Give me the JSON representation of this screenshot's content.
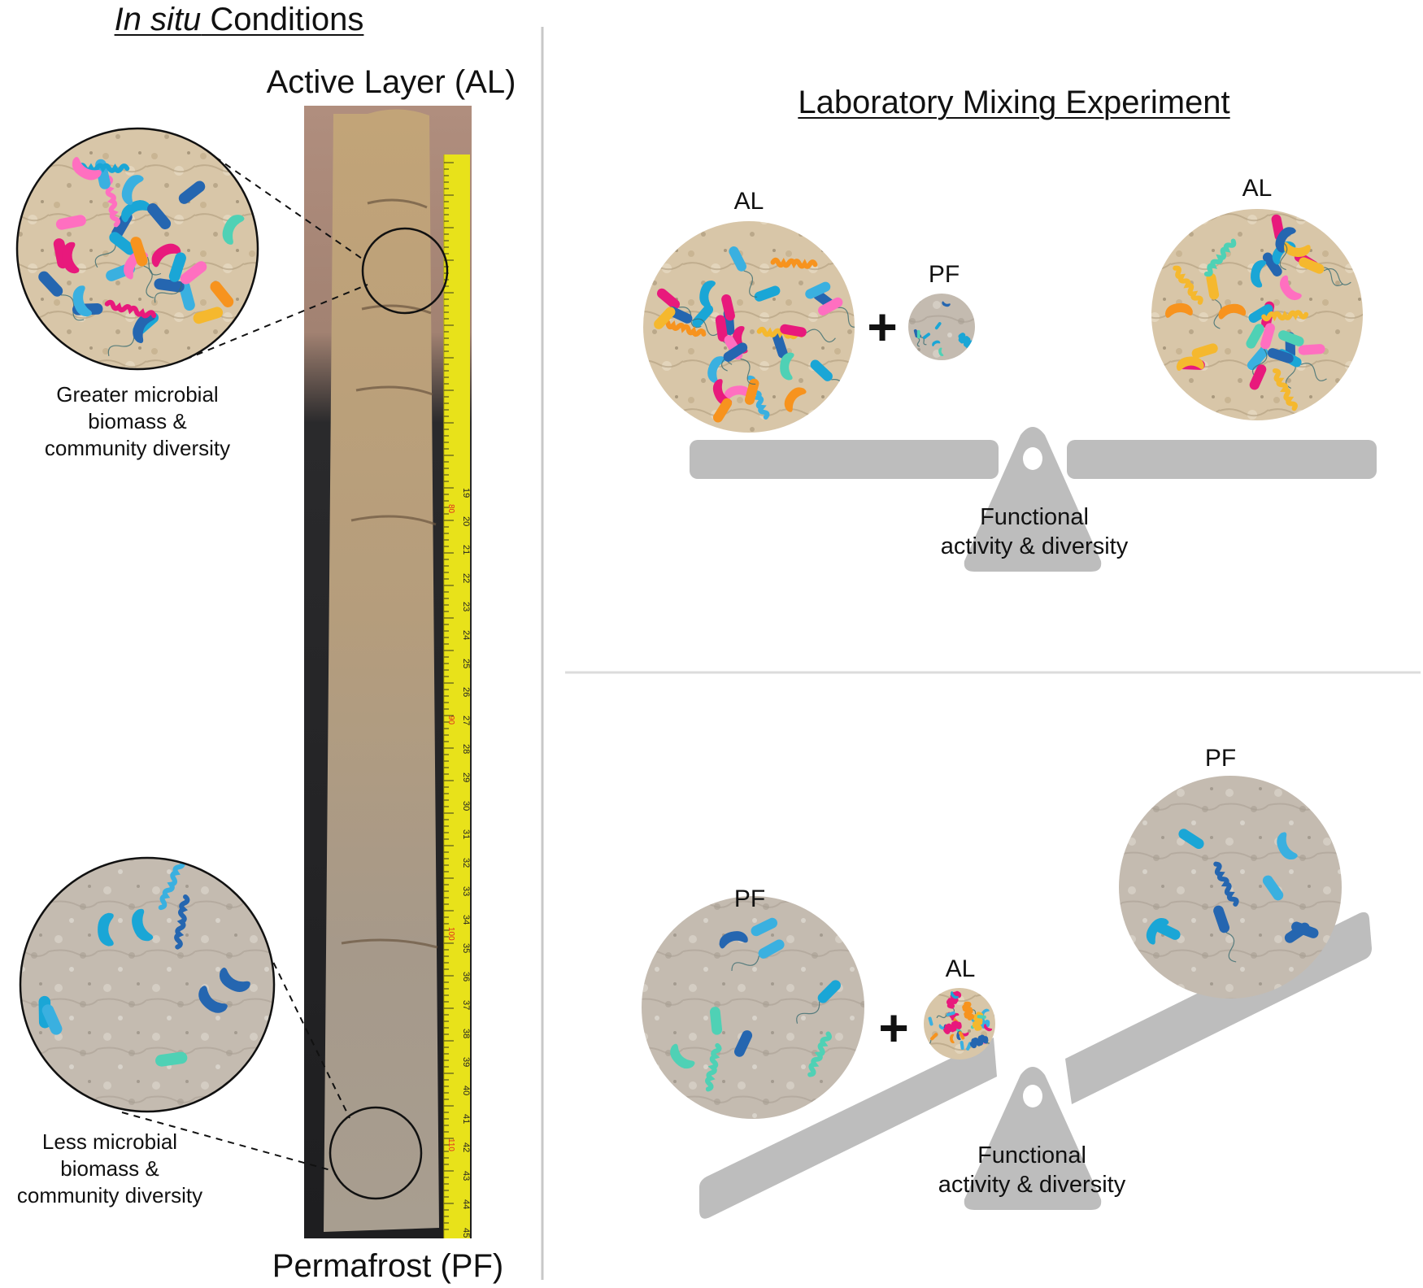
{
  "figure": {
    "left_panel": {
      "title_italic": "In situ",
      "title_rest": " Conditions",
      "top_label": "Active Layer (AL)",
      "bottom_label": "Permafrost (PF)",
      "al_zoom_caption": [
        "Greater microbial",
        "biomass &",
        "community diversity"
      ],
      "pf_zoom_caption": [
        "Less microbial",
        "biomass &",
        "community diversity"
      ],
      "photo": {
        "description": "soil core photo with measuring tape",
        "tape_marks": [
          "19",
          "20",
          "21",
          "22",
          "23",
          "24",
          "25",
          "26",
          "27",
          "28",
          "29",
          "30",
          "31",
          "32",
          "33",
          "34",
          "35",
          "36",
          "37",
          "38",
          "39",
          "40",
          "41",
          "42",
          "43",
          "44",
          "45"
        ],
        "tape_red_marks": [
          "80",
          "90",
          "100",
          "110"
        ]
      }
    },
    "right_panel": {
      "title": "Laboratory Mixing Experiment",
      "top_scenario": {
        "mix_large_label": "AL",
        "mix_small_label": "PF",
        "result_label": "AL",
        "plus_symbol": "+",
        "balance_state": "level",
        "fulcrum_text": [
          "Functional",
          "activity & diversity"
        ]
      },
      "bottom_scenario": {
        "mix_large_label": "PF",
        "mix_small_label": "AL",
        "result_label": "PF",
        "plus_symbol": "+",
        "balance_state": "tilted",
        "fulcrum_text": [
          "Functional",
          "activity & diversity"
        ]
      }
    },
    "colors": {
      "al_soil": "#d9c4a4",
      "pf_soil": "#c2b8ac",
      "balance_gray": "#bdbdbd",
      "divider": "#c8c8c8",
      "tape_yellow": "#e8e21a",
      "microbe_palette": [
        "#e8197c",
        "#ff6fc0",
        "#1aa6d6",
        "#2566b0",
        "#f7931e",
        "#f5b82e",
        "#4fd1b5",
        "#3ab0e0"
      ]
    }
  }
}
